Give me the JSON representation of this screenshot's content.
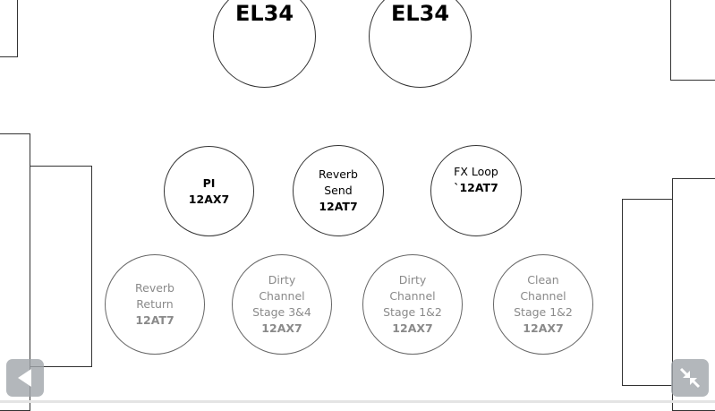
{
  "tubes": {
    "el34_1": {
      "type": "EL34"
    },
    "el34_2": {
      "type": "EL34"
    },
    "pi": {
      "name": "PI",
      "type": "12AX7"
    },
    "reverb_send": {
      "name1": "Reverb",
      "name2": "Send",
      "type": "12AT7"
    },
    "fx_loop": {
      "name": "FX Loop",
      "type": "`12AT7"
    },
    "reverb_return": {
      "name1": "Reverb",
      "name2": "Return",
      "type": "12AT7"
    },
    "dirty_34": {
      "name1": "Dirty",
      "name2": "Channel",
      "name3": "Stage 3&4",
      "type": "12AX7"
    },
    "dirty_12": {
      "name1": "Dirty",
      "name2": "Channel",
      "name3": "Stage 1&2",
      "type": "12AX7"
    },
    "clean_12": {
      "name1": "Clean",
      "name2": "Channel",
      "name3": "Stage 1&2",
      "type": "12AX7"
    }
  },
  "controls": {
    "prev_icon": "triangle-left",
    "collapse_icon": "arrows-collapse"
  }
}
